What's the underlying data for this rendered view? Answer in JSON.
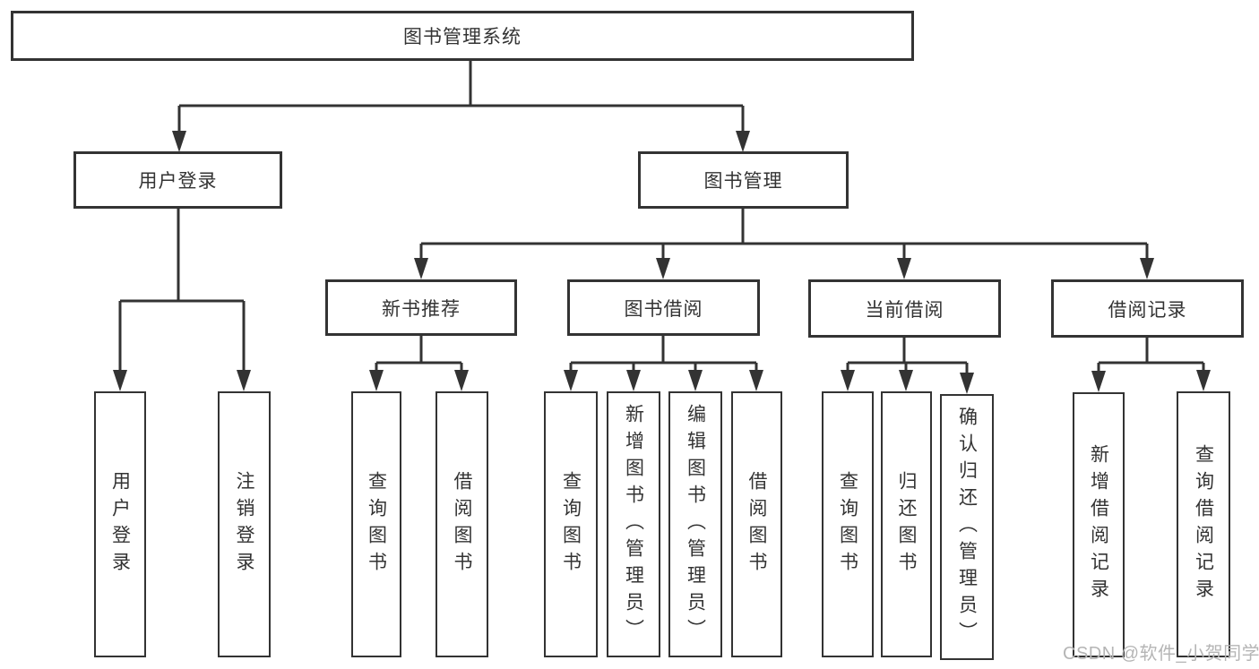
{
  "colors": {
    "line": "#333333",
    "box_border": "#333333",
    "text": "#333333",
    "background": "#ffffff",
    "watermark": "#b5b5b5"
  },
  "tree": {
    "root": {
      "label": "图书管理系统",
      "children": [
        {
          "label": "用户登录",
          "children": [
            {
              "label": "用户登录"
            },
            {
              "label": "注销登录"
            }
          ]
        },
        {
          "label": "图书管理",
          "children": [
            {
              "label": "新书推荐",
              "children": [
                {
                  "label": "查询图书"
                },
                {
                  "label": "借阅图书"
                }
              ]
            },
            {
              "label": "图书借阅",
              "children": [
                {
                  "label": "查询图书"
                },
                {
                  "label": "新增图书（管理员）"
                },
                {
                  "label": "编辑图书（管理员）"
                },
                {
                  "label": "借阅图书"
                }
              ]
            },
            {
              "label": "当前借阅",
              "children": [
                {
                  "label": "查询图书"
                },
                {
                  "label": "归还图书"
                },
                {
                  "label": "确认归还（管理员）"
                }
              ]
            },
            {
              "label": "借阅记录",
              "children": [
                {
                  "label": "新增借阅记录"
                },
                {
                  "label": "查询借阅记录"
                }
              ]
            }
          ]
        }
      ]
    }
  },
  "watermark": {
    "text": "CSDN @软件_小贺同学"
  }
}
